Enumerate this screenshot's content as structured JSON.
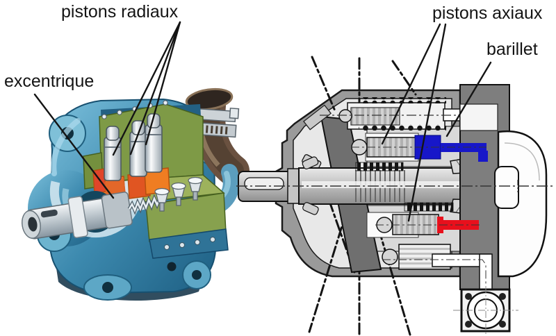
{
  "figure": {
    "description": "Comparison of hydraulic piston pumps: radial piston pump cutaway (left) and axial piston pump cross-section (right)",
    "labels": {
      "radial": "pistons radiaux",
      "eccentric": "excentrique",
      "axial": "pistons axiaux",
      "barrel": "barillet"
    },
    "colors": {
      "background": "#ffffff",
      "ink": "#141414",
      "accent_blue": "#1717c9",
      "accent_red": "#e8101c",
      "pump_body_teal": "#3c89ae",
      "pump_green": "#7e9a46",
      "pump_orange": "#ef7d22",
      "hose_brown": "#6a5140",
      "steel_gray": "#b9c2c8",
      "section_gray": "#9a9a9a"
    }
  }
}
